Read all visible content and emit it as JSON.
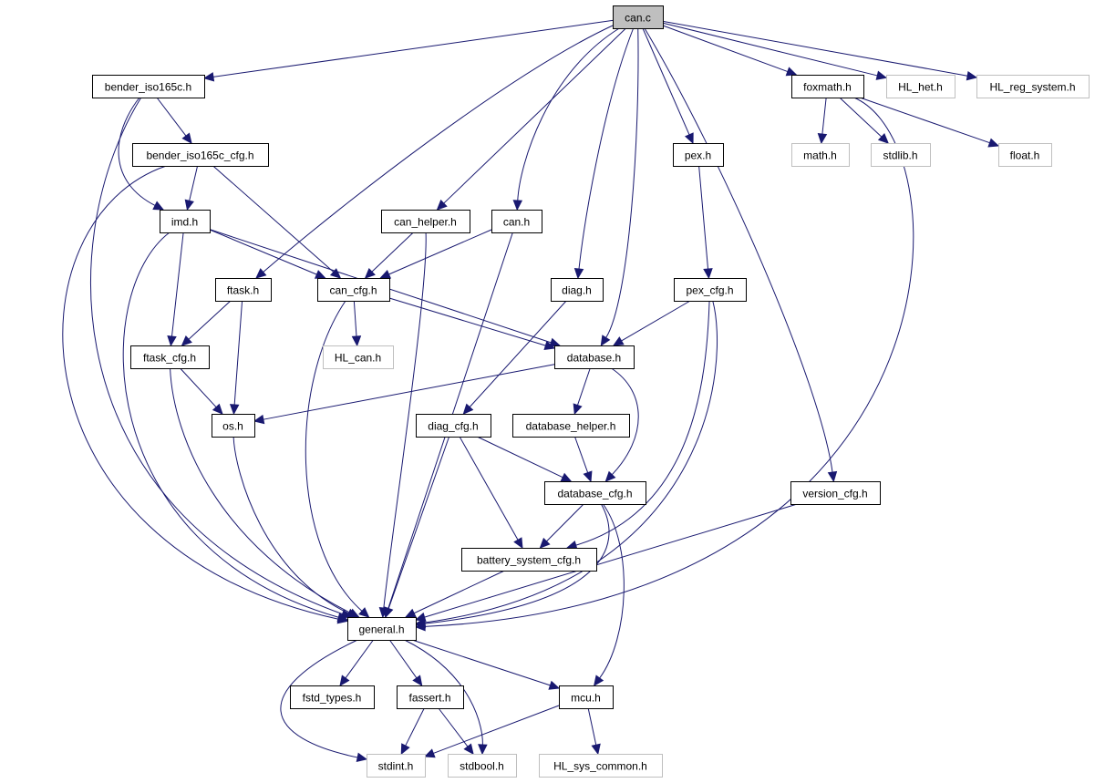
{
  "diagram": {
    "title": "can.c include dependency graph",
    "colors": {
      "edge": "#191970",
      "root_fill": "#bfbfbf",
      "local_border": "#000000",
      "external_border": "#bfbfbf"
    },
    "nodes": [
      {
        "id": "can_c",
        "label": "can.c",
        "kind": "root"
      },
      {
        "id": "bender_iso165c_h",
        "label": "bender_iso165c.h",
        "kind": "local"
      },
      {
        "id": "bender_iso165c_cfg_h",
        "label": "bender_iso165c_cfg.h",
        "kind": "local"
      },
      {
        "id": "imd_h",
        "label": "imd.h",
        "kind": "local"
      },
      {
        "id": "can_helper_h",
        "label": "can_helper.h",
        "kind": "local"
      },
      {
        "id": "can_h",
        "label": "can.h",
        "kind": "local"
      },
      {
        "id": "ftask_h",
        "label": "ftask.h",
        "kind": "local"
      },
      {
        "id": "can_cfg_h",
        "label": "can_cfg.h",
        "kind": "local"
      },
      {
        "id": "diag_h",
        "label": "diag.h",
        "kind": "local"
      },
      {
        "id": "pex_h",
        "label": "pex.h",
        "kind": "local"
      },
      {
        "id": "pex_cfg_h",
        "label": "pex_cfg.h",
        "kind": "local"
      },
      {
        "id": "ftask_cfg_h",
        "label": "ftask_cfg.h",
        "kind": "local"
      },
      {
        "id": "HL_can_h",
        "label": "HL_can.h",
        "kind": "external"
      },
      {
        "id": "database_h",
        "label": "database.h",
        "kind": "local"
      },
      {
        "id": "os_h",
        "label": "os.h",
        "kind": "local"
      },
      {
        "id": "diag_cfg_h",
        "label": "diag_cfg.h",
        "kind": "local"
      },
      {
        "id": "database_helper_h",
        "label": "database_helper.h",
        "kind": "local"
      },
      {
        "id": "database_cfg_h",
        "label": "database_cfg.h",
        "kind": "local"
      },
      {
        "id": "version_cfg_h",
        "label": "version_cfg.h",
        "kind": "local"
      },
      {
        "id": "battery_system_cfg_h",
        "label": "battery_system_cfg.h",
        "kind": "local"
      },
      {
        "id": "general_h",
        "label": "general.h",
        "kind": "local"
      },
      {
        "id": "fstd_types_h",
        "label": "fstd_types.h",
        "kind": "local"
      },
      {
        "id": "fassert_h",
        "label": "fassert.h",
        "kind": "local"
      },
      {
        "id": "mcu_h",
        "label": "mcu.h",
        "kind": "local"
      },
      {
        "id": "stdint_h",
        "label": "stdint.h",
        "kind": "external"
      },
      {
        "id": "stdbool_h",
        "label": "stdbool.h",
        "kind": "external"
      },
      {
        "id": "HL_sys_common_h",
        "label": "HL_sys_common.h",
        "kind": "external"
      },
      {
        "id": "foxmath_h",
        "label": "foxmath.h",
        "kind": "local"
      },
      {
        "id": "HL_het_h",
        "label": "HL_het.h",
        "kind": "external"
      },
      {
        "id": "HL_reg_system_h",
        "label": "HL_reg_system.h",
        "kind": "external"
      },
      {
        "id": "math_h",
        "label": "math.h",
        "kind": "external"
      },
      {
        "id": "stdlib_h",
        "label": "stdlib.h",
        "kind": "external"
      },
      {
        "id": "float_h",
        "label": "float.h",
        "kind": "external"
      }
    ],
    "edges": [
      [
        "can_c",
        "bender_iso165c_h"
      ],
      [
        "can_c",
        "ftask_h"
      ],
      [
        "can_c",
        "can_helper_h"
      ],
      [
        "can_c",
        "can_h"
      ],
      [
        "can_c",
        "diag_h"
      ],
      [
        "can_c",
        "database_h"
      ],
      [
        "can_c",
        "pex_h"
      ],
      [
        "can_c",
        "version_cfg_h"
      ],
      [
        "can_c",
        "foxmath_h"
      ],
      [
        "can_c",
        "HL_het_h"
      ],
      [
        "can_c",
        "HL_reg_system_h"
      ],
      [
        "bender_iso165c_h",
        "bender_iso165c_cfg_h"
      ],
      [
        "bender_iso165c_h",
        "imd_h"
      ],
      [
        "bender_iso165c_h",
        "general_h"
      ],
      [
        "bender_iso165c_cfg_h",
        "imd_h"
      ],
      [
        "bender_iso165c_cfg_h",
        "can_cfg_h"
      ],
      [
        "bender_iso165c_cfg_h",
        "general_h"
      ],
      [
        "imd_h",
        "can_cfg_h"
      ],
      [
        "imd_h",
        "database_h"
      ],
      [
        "imd_h",
        "ftask_cfg_h"
      ],
      [
        "imd_h",
        "general_h"
      ],
      [
        "can_helper_h",
        "can_cfg_h"
      ],
      [
        "can_helper_h",
        "general_h"
      ],
      [
        "can_h",
        "can_cfg_h"
      ],
      [
        "can_h",
        "general_h"
      ],
      [
        "ftask_h",
        "ftask_cfg_h"
      ],
      [
        "ftask_h",
        "os_h"
      ],
      [
        "can_cfg_h",
        "HL_can_h"
      ],
      [
        "can_cfg_h",
        "database_h"
      ],
      [
        "can_cfg_h",
        "general_h"
      ],
      [
        "diag_h",
        "diag_cfg_h"
      ],
      [
        "pex_h",
        "pex_cfg_h"
      ],
      [
        "pex_cfg_h",
        "database_h"
      ],
      [
        "pex_cfg_h",
        "battery_system_cfg_h"
      ],
      [
        "pex_cfg_h",
        "general_h"
      ],
      [
        "ftask_cfg_h",
        "os_h"
      ],
      [
        "ftask_cfg_h",
        "general_h"
      ],
      [
        "database_h",
        "os_h"
      ],
      [
        "database_h",
        "database_helper_h"
      ],
      [
        "database_h",
        "database_cfg_h"
      ],
      [
        "os_h",
        "general_h"
      ],
      [
        "diag_cfg_h",
        "database_cfg_h"
      ],
      [
        "diag_cfg_h",
        "battery_system_cfg_h"
      ],
      [
        "diag_cfg_h",
        "general_h"
      ],
      [
        "database_helper_h",
        "database_cfg_h"
      ],
      [
        "database_cfg_h",
        "battery_system_cfg_h"
      ],
      [
        "database_cfg_h",
        "general_h"
      ],
      [
        "database_cfg_h",
        "mcu_h"
      ],
      [
        "version_cfg_h",
        "general_h"
      ],
      [
        "battery_system_cfg_h",
        "general_h"
      ],
      [
        "general_h",
        "fstd_types_h"
      ],
      [
        "general_h",
        "fassert_h"
      ],
      [
        "general_h",
        "mcu_h"
      ],
      [
        "general_h",
        "stdint_h"
      ],
      [
        "general_h",
        "stdbool_h"
      ],
      [
        "fassert_h",
        "stdint_h"
      ],
      [
        "fassert_h",
        "stdbool_h"
      ],
      [
        "mcu_h",
        "stdint_h"
      ],
      [
        "mcu_h",
        "HL_sys_common_h"
      ],
      [
        "foxmath_h",
        "math_h"
      ],
      [
        "foxmath_h",
        "stdlib_h"
      ],
      [
        "foxmath_h",
        "float_h"
      ],
      [
        "foxmath_h",
        "general_h"
      ]
    ]
  }
}
